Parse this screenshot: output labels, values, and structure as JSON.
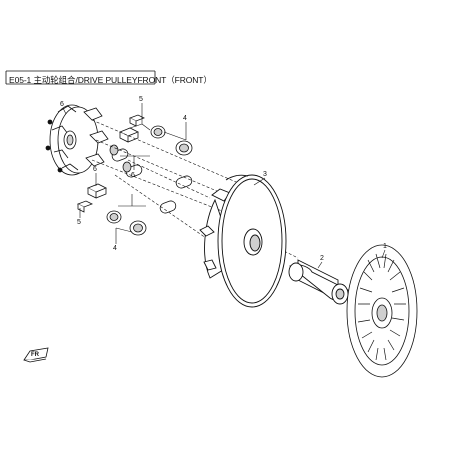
{
  "diagram": {
    "title": "E05-1 主动轮组合/DRIVE PULLEYFRONT（FRONT）",
    "direction_label": "FR",
    "callouts": {
      "c1": "1",
      "c2": "2",
      "c3": "3",
      "c4_top": "4",
      "c4_bottom": "4",
      "c5_top": "5",
      "c5_bottom": "5",
      "c6_top": "6",
      "c6_bottom": "6"
    }
  },
  "colors": {
    "line": "#111111",
    "fill": "#ffffff",
    "shade": "#cfcfcf"
  }
}
